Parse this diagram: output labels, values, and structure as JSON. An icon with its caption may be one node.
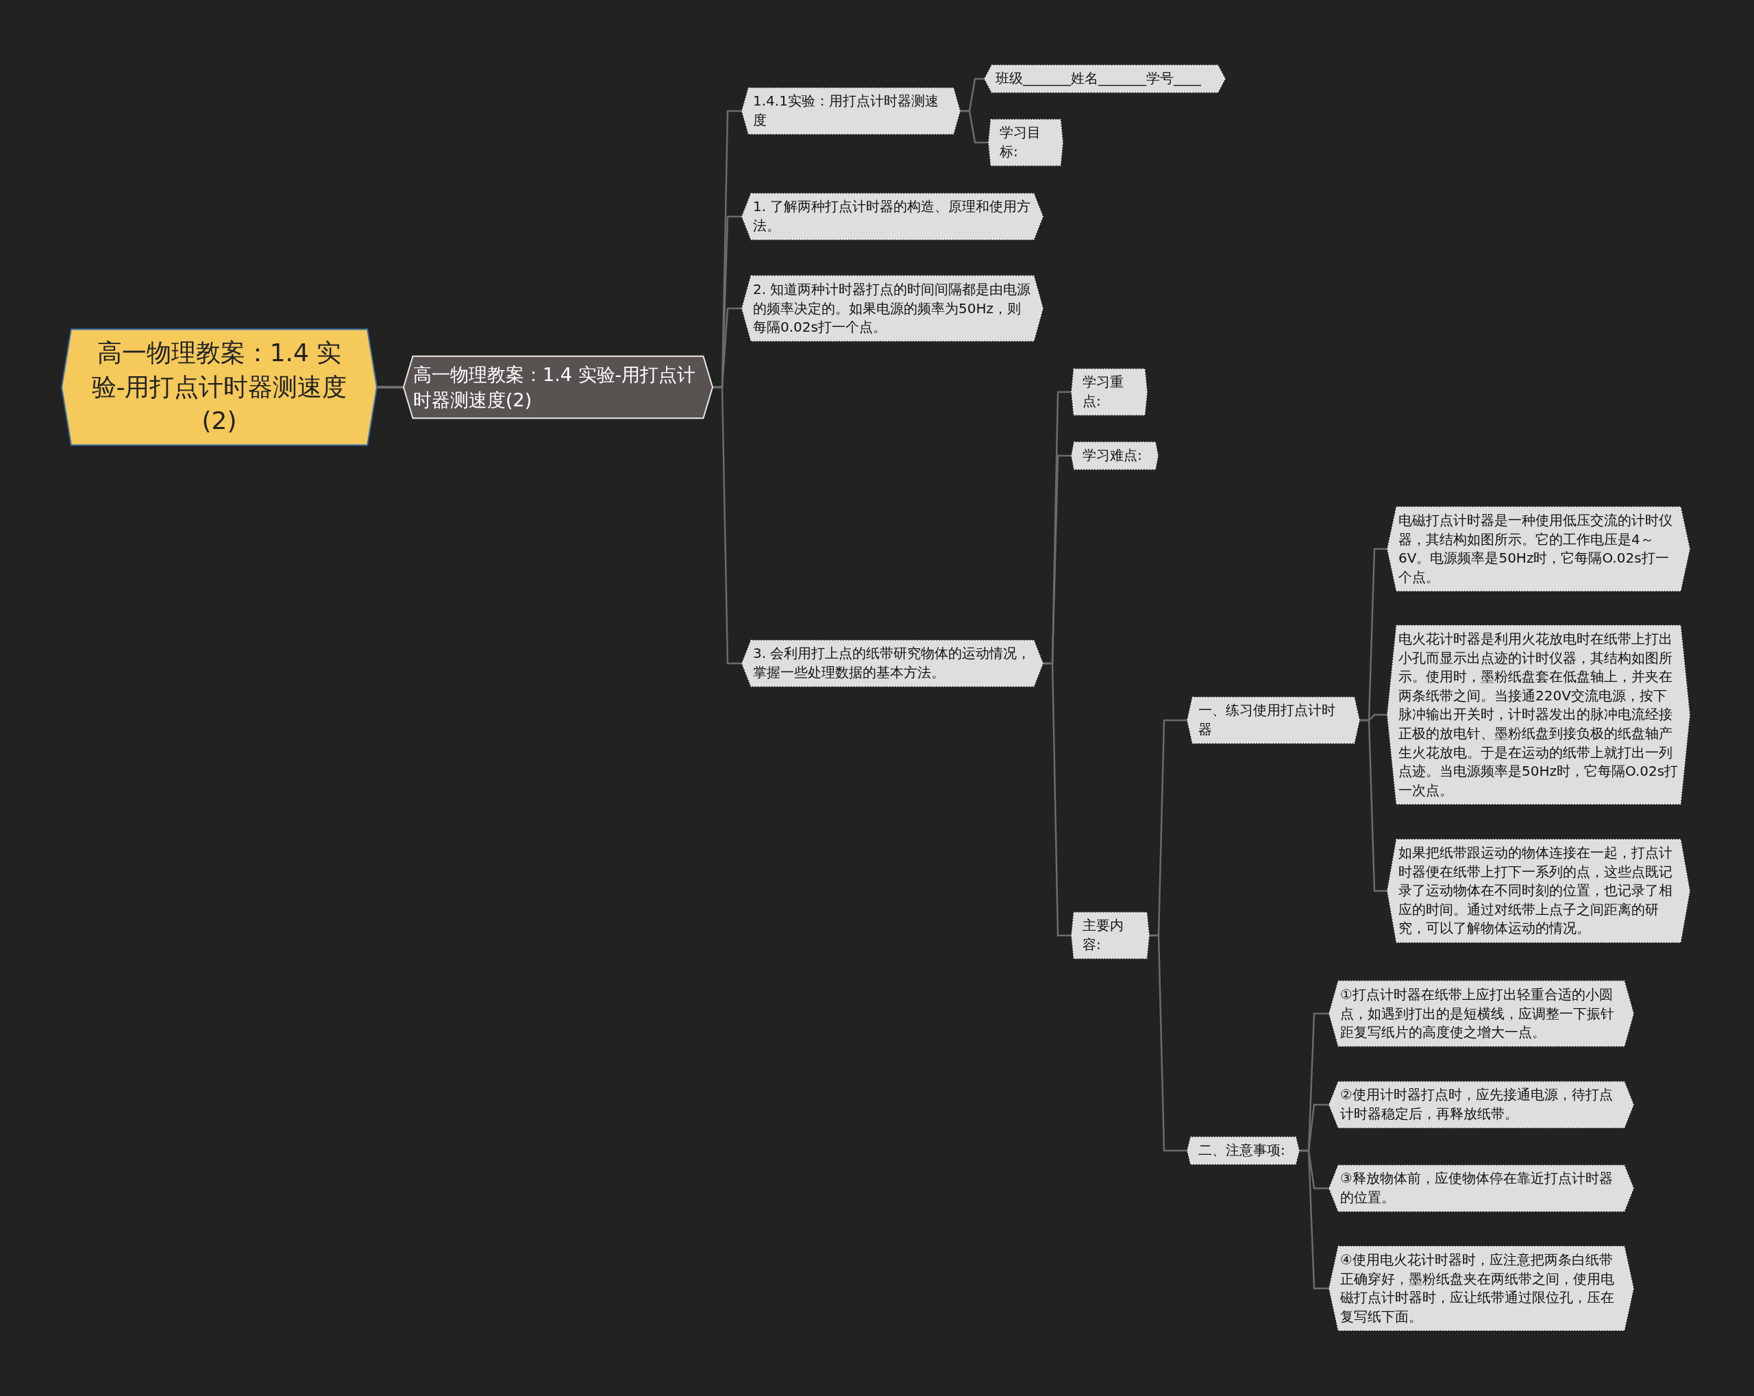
{
  "diagram": {
    "nodes": [
      {
        "text": [
          "高一物理教案：1.4 实验-用打点计时器测速度(2)"
        ]
      },
      {
        "text": [
          "高一物理教案：1.4 实验-用打点计时器测速度(2)"
        ]
      },
      {
        "text": [
          "1.4.1实验：用打点计时器测速度"
        ]
      },
      {
        "text": [
          "班级_______姓名_______学号____"
        ]
      },
      {
        "text": [
          "学习目标:"
        ]
      },
      {
        "text": [
          "1. 了解两种打点计时器的构造、原理和使用方法。"
        ]
      },
      {
        "text": [
          "2. 知道两种计时器打点的时间间隔都是由电源的频率决定的。如果电源的频率为50Hz，则每隔0.02s打一个点。"
        ]
      },
      {
        "text": [
          "3. 会利用打上点的纸带研究物体的运动情况，掌握一些处理数据的基本方法。"
        ]
      },
      {
        "text": [
          "学习重点:"
        ]
      },
      {
        "text": [
          "学习难点:"
        ]
      },
      {
        "text": [
          "主要内容:"
        ]
      },
      {
        "text": [
          "一、练习使用打点计时器"
        ]
      },
      {
        "text": [
          "电磁打点计时器是一种使用低压交流的计时仪器，其结构如图所示。它的工作电压是4～6V。电源频率是50Hz时，它每隔O.02s打一个点。"
        ]
      },
      {
        "text": [
          "电火花计时器是利用火花放电时在纸带上打出小孔而显示出点迹的计时仪器，其结构如图所示。使用时，墨粉纸盘套在低盘轴上，并夹在两条纸带之间。当接通220V交流电源，按下脉冲输出开关时，计时器发出的脉冲电流经接正极的放电针、墨粉纸盘到接负极的纸盘轴产生火花放电。于是在运动的纸带上就打出一列点迹。当电源频率是50Hz时，它每隔O.02s打一次点。"
        ]
      },
      {
        "text": [
          "如果把纸带跟运动的物体连接在一起，打点计时器便在纸带上打下一系列的点，这些点既记录了运动物体在不同时刻的位置，也记录了相应的时间。通过对纸带上点子之间距离的研究，可以了解物体运动的情况。"
        ]
      },
      {
        "text": [
          "二、注意事项:"
        ]
      },
      {
        "text": [
          "①打点计时器在纸带上应打出轻重合适的小圆点，如遇到打出的是短横线，应调整一下振针距复写纸片的高度使之增大一点。"
        ]
      },
      {
        "text": [
          "②使用计时器打点时，应先接通电源，待打点计时器稳定后，再释放纸带。"
        ]
      },
      {
        "text": [
          "③释放物体前，应使物体停在靠近打点计时器的位置。"
        ]
      },
      {
        "text": [
          "④使用电火花计时器时，应注意把两条白纸带正确穿好，墨粉纸盘夹在两纸带之间，使用电磁打点计时器时，应让纸带通过限位孔，压在复写纸下面。"
        ]
      }
    ],
    "edges": [
      {
        "from": 0,
        "to": 1,
        "arrow": "none"
      },
      {
        "from": 1,
        "to": 2,
        "arrow": "none"
      },
      {
        "from": 1,
        "to": 5,
        "arrow": "none"
      },
      {
        "from": 1,
        "to": 6,
        "arrow": "none"
      },
      {
        "from": 1,
        "to": 7,
        "arrow": "none"
      },
      {
        "from": 2,
        "to": 3,
        "arrow": "none"
      },
      {
        "from": 2,
        "to": 4,
        "arrow": "none"
      },
      {
        "from": 7,
        "to": 8,
        "arrow": "none"
      },
      {
        "from": 7,
        "to": 9,
        "arrow": "none"
      },
      {
        "from": 7,
        "to": 10,
        "arrow": "none"
      },
      {
        "from": 10,
        "to": 11,
        "arrow": "none"
      },
      {
        "from": 10,
        "to": 15,
        "arrow": "none"
      },
      {
        "from": 11,
        "to": 12,
        "arrow": "none"
      },
      {
        "from": 11,
        "to": 13,
        "arrow": "none"
      },
      {
        "from": 11,
        "to": 14,
        "arrow": "none"
      },
      {
        "from": 15,
        "to": 16,
        "arrow": "none"
      },
      {
        "from": 15,
        "to": 17,
        "arrow": "none"
      },
      {
        "from": 15,
        "to": 18,
        "arrow": "none"
      },
      {
        "from": 15,
        "to": 19,
        "arrow": "none"
      }
    ]
  }
}
